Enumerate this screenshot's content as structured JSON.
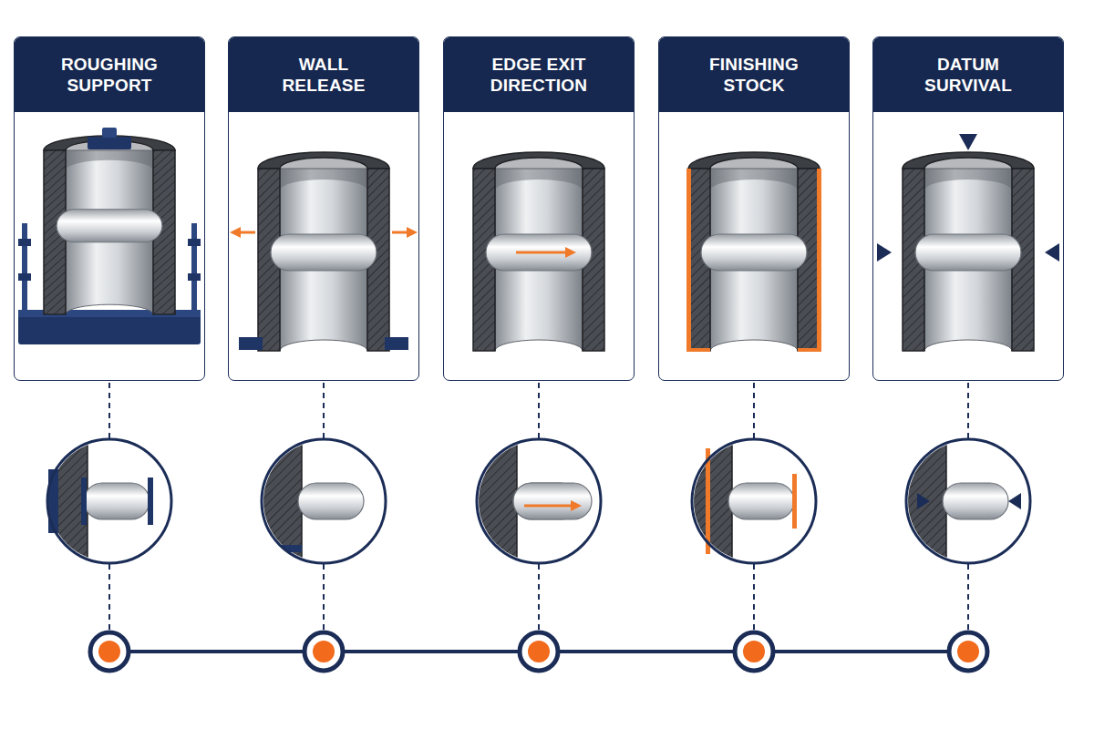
{
  "diagram": {
    "nodes": [
      {
        "text": [
          "ROUGHING SUPPORT"
        ]
      },
      {
        "text": [
          "WALL RELEASE"
        ]
      },
      {
        "text": [
          "EDGE EXIT DIRECTION"
        ]
      },
      {
        "text": [
          "FINISHING STOCK"
        ]
      },
      {
        "text": [
          "DATUM SURVIVAL"
        ]
      }
    ]
  }
}
